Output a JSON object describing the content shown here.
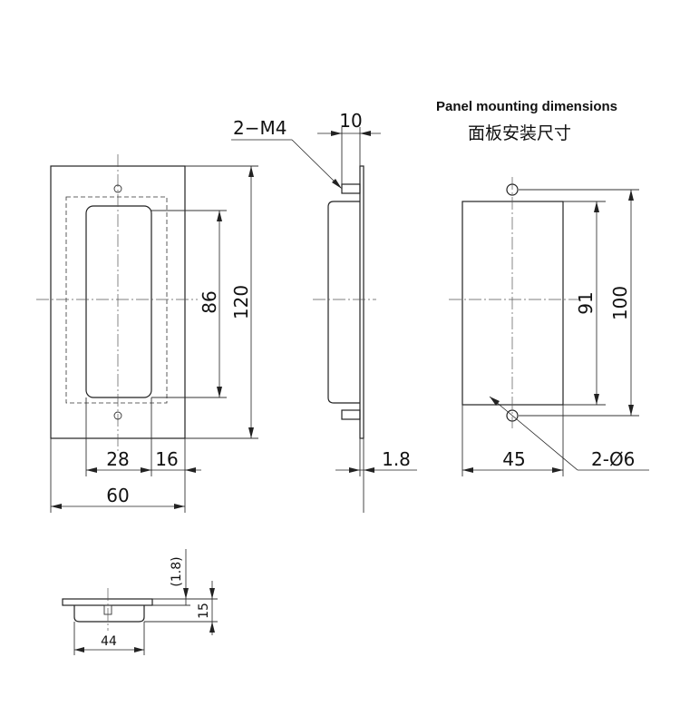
{
  "title": {
    "en": "Panel mounting dimensions",
    "cn": "面板安装尺寸"
  },
  "front_view": {
    "height_outer": "120",
    "height_inner": "86",
    "inner_width": "28",
    "margin_right": "16",
    "width_outer": "60"
  },
  "side_view": {
    "screw_label": "2−M4",
    "screw_depth": "10",
    "thickness": "1.8"
  },
  "panel_cutout": {
    "height_total": "100",
    "height_cut": "91",
    "width": "45",
    "hole_label": "2-Ø6"
  },
  "bottom_view": {
    "lip": "1.8",
    "depth": "15",
    "width": "44"
  }
}
